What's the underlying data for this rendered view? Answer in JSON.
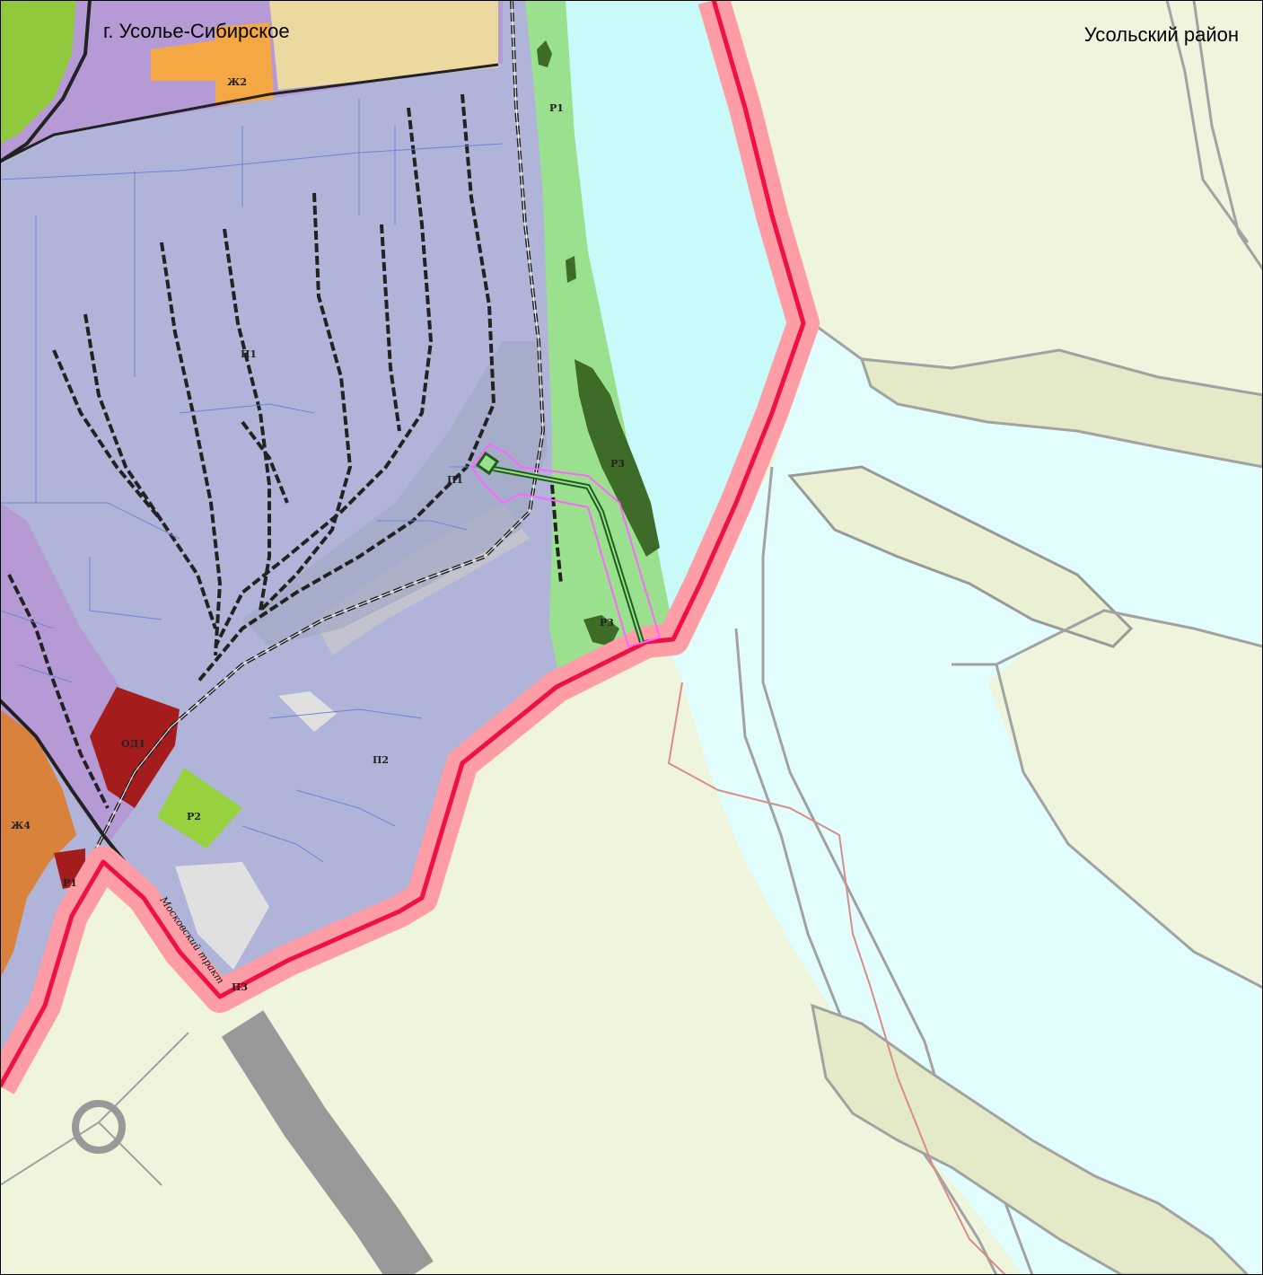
{
  "map": {
    "city_label": "г. Усолье-Сибирское",
    "district_label": "Усольский район",
    "street_label": "Московский тракт",
    "zones": {
      "zh2": "Ж2",
      "zh4": "Ж4",
      "r1": "Р1",
      "r1_small": "Р1",
      "r2": "Р2",
      "r3_upper": "Р3",
      "r3_lower": "Р3",
      "p1": "П1",
      "p2": "П2",
      "p3": "П3",
      "p_upper": "П1",
      "od1": "ОД1"
    },
    "colors": {
      "industrial": "#b0b4d8",
      "residential_purple": "#b59ad6",
      "residential_yellow": "#ecd9a0",
      "residential_orange": "#ffae40",
      "mid_density_orange": "#d8823c",
      "public_business": "#a51c1c",
      "park_green": "#9ae08e",
      "sports_green": "#97d13d",
      "forest_dark": "#3e6b28",
      "water": "#c8fafa",
      "water_outer": "#e2fdfd",
      "land_outer": "#eef5dc",
      "boundary_red": "#ee1144",
      "boundary_halo": "#ff9da6",
      "project_magenta": "#ff66ff",
      "pipeline_green": "#1d5e1d",
      "railway": "#222222",
      "road_gray": "#999999"
    }
  }
}
